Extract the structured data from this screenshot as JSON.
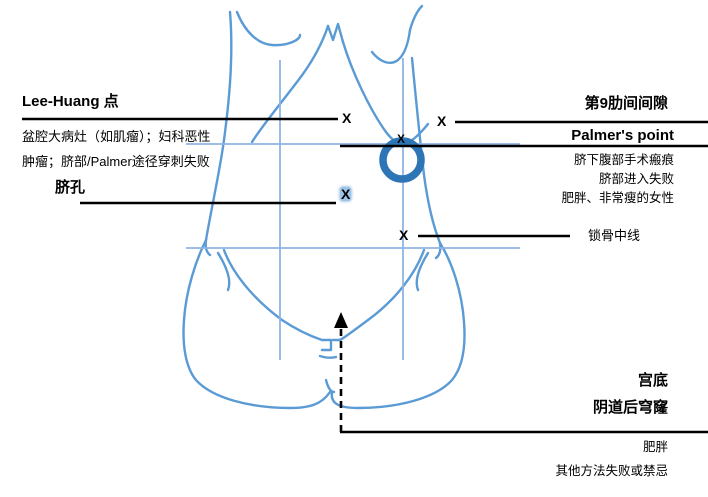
{
  "diagram": {
    "title": "Laparoscopic entry sites on female abdomen",
    "colors": {
      "body_outline": "#5B9BD5",
      "guide_line": "#8EB4E3",
      "navel_ring": "#2E75B6",
      "leader_line": "#000000",
      "x_marker": "#000000",
      "x_highlight": "#9DC3E6",
      "text": "#000000",
      "background": "#FFFFFF"
    },
    "markers": [
      {
        "id": "lee-huang",
        "label": "X",
        "highlight": false
      },
      {
        "id": "ninth-intercostal",
        "label": "X",
        "highlight": false
      },
      {
        "id": "umbilicus",
        "label": "X",
        "highlight": true
      },
      {
        "id": "midclavicular",
        "label": "X",
        "highlight": false
      }
    ],
    "navel_marker": {
      "shape": "ring",
      "label": "navel"
    },
    "arrow": {
      "direction": "up",
      "style": "dashed",
      "label": "posterior-fornix-arrow"
    }
  },
  "labels": {
    "left": {
      "lee_huang": {
        "heading": "Lee-Huang 点",
        "detail_line1": "盆腔大病灶（如肌瘤）；妇科恶性",
        "detail_line2": "肿瘤；脐部/Palmer途径穿刺失败"
      },
      "umbilicus": {
        "heading": "脐孔"
      }
    },
    "right": {
      "ninth_intercostal": {
        "heading": "第9肋间间隙"
      },
      "palmer": {
        "heading": "Palmer's point",
        "detail_line1": "脐下腹部手术瘢痕",
        "detail_line2": "脐部进入失败",
        "detail_line3": "肥胖、非常瘦的女性"
      },
      "midclavicular": {
        "heading": "锁骨中线"
      },
      "fundus": {
        "heading": "宫底"
      },
      "posterior_fornix": {
        "heading": "阴道后穹窿",
        "detail_line1": "肥胖",
        "detail_line2": "其他方法失败或禁忌"
      }
    }
  }
}
